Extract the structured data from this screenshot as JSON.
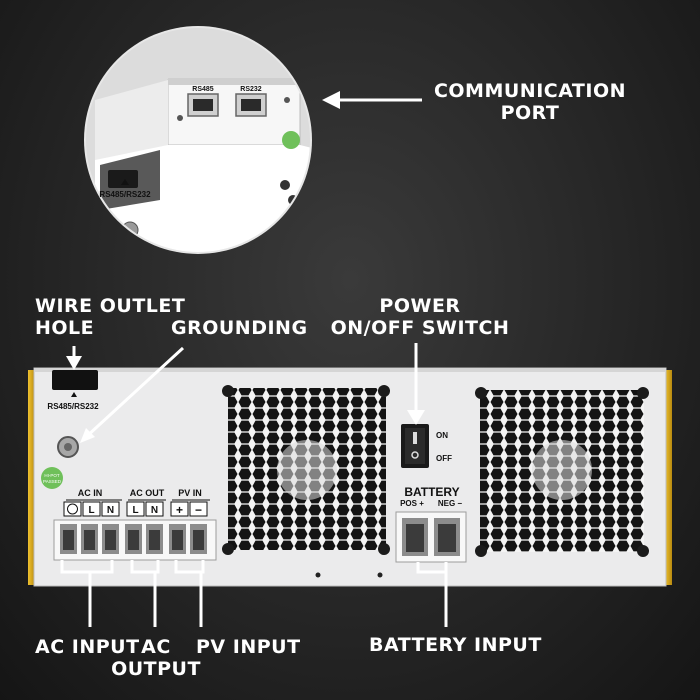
{
  "labels": {
    "communication_port": [
      "COMMUNICATION",
      "PORT"
    ],
    "wire_outlet_hole": [
      "WIRE OUTLET",
      "HOLE"
    ],
    "grounding": "GROUNDING",
    "power_switch": [
      "POWER",
      "ON/OFF SWITCH"
    ],
    "ac_input": "AC INPUT",
    "ac_output": [
      "AC",
      "OUTPUT"
    ],
    "pv_input": "PV INPUT",
    "battery_input": "BATTERY INPUT"
  },
  "device": {
    "ports": {
      "rs485": "RS485",
      "rs232": "RS232",
      "combined": "RS485/RS232"
    },
    "terminals": {
      "ac_in": "AC IN",
      "ac_out": "AC OUT",
      "pv_in": "PV IN",
      "l": "L",
      "n": "N",
      "plus": "+",
      "minus": "−"
    },
    "battery": {
      "title": "BATTERY",
      "pos": "POS +",
      "neg": "NEG −"
    },
    "switch": {
      "on": "ON",
      "off": "OFF"
    },
    "sticker": [
      "HI-POT",
      "PASSED"
    ]
  },
  "colors": {
    "housing_accent": "#d9a81a",
    "panel": "#e9e9ea",
    "arrow": "#ffffff"
  }
}
